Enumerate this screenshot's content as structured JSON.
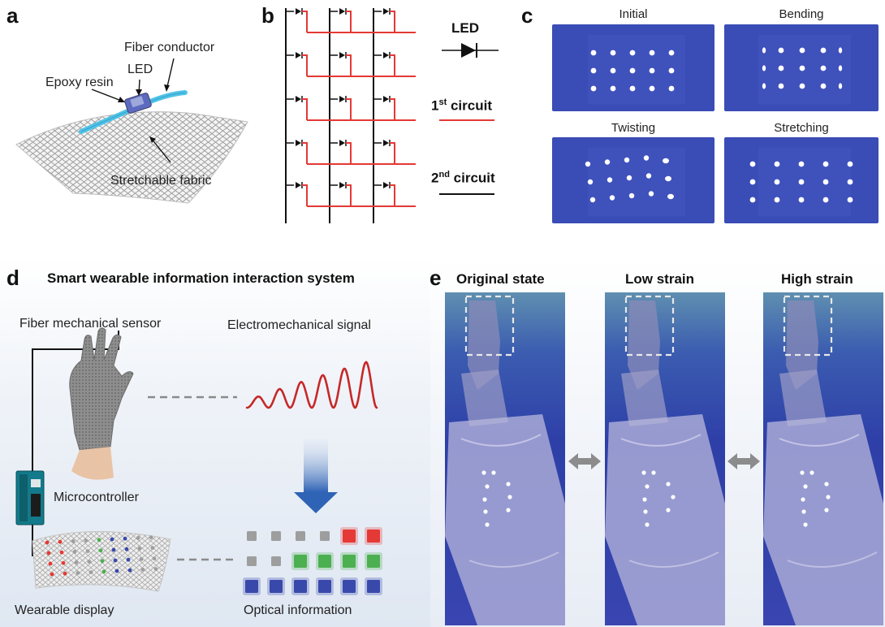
{
  "panel_a": {
    "label": "a",
    "fiber_conductor": "Fiber conductor",
    "led": "LED",
    "epoxy_resin": "Epoxy resin",
    "stretchable_fabric": "Stretchable fabric"
  },
  "panel_b": {
    "label": "b",
    "led_legend": "LED",
    "circuit1_main": "1",
    "circuit1_sup": "st",
    "circuit1_rest": " circuit",
    "circuit2_main": "2",
    "circuit2_sup": "nd",
    "circuit2_rest": " circuit",
    "circuit1_color": "#e53935",
    "circuit2_color": "#111111"
  },
  "panel_c": {
    "label": "c",
    "titles": [
      "Initial",
      "Bending",
      "Twisting",
      "Stretching"
    ],
    "panel_color": "#3a4cb6"
  },
  "panel_d": {
    "label": "d",
    "title": "Smart wearable information interaction system",
    "sensor": "Fiber mechanical sensor",
    "signal": "Electromechanical signal",
    "microcontroller": "Microcontroller",
    "display": "Wearable display",
    "optical": "Optical information",
    "signal_color": "#c62828",
    "pixel_colors": {
      "gray": "#9e9e9e",
      "red": "#e53935",
      "green": "#4caf50",
      "blue": "#3949ab"
    }
  },
  "panel_e": {
    "label": "e",
    "states": [
      "Original state",
      "Low strain",
      "High strain"
    ]
  }
}
